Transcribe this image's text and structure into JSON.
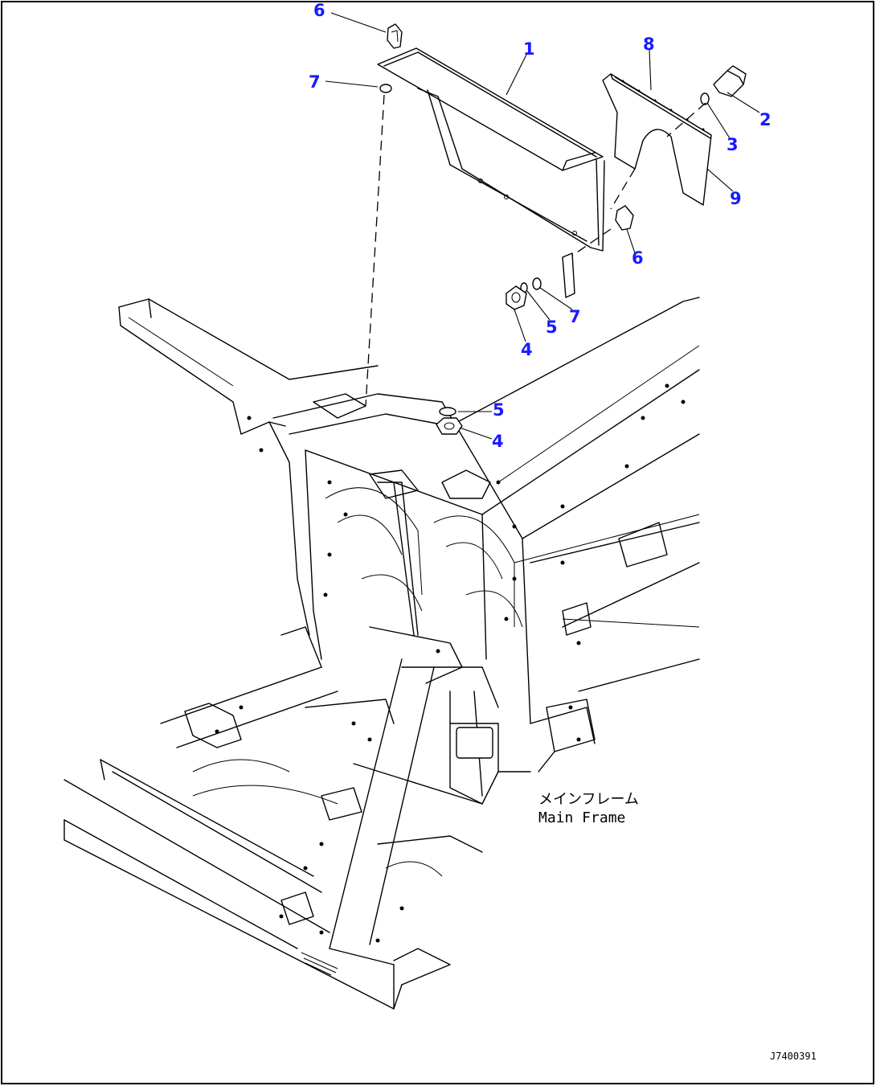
{
  "diagram": {
    "border_color": "#000000",
    "callout_color": "#1a1aff",
    "callouts": [
      {
        "id": "c1",
        "label": "1"
      },
      {
        "id": "c2",
        "label": "2"
      },
      {
        "id": "c3",
        "label": "3"
      },
      {
        "id": "c4a",
        "label": "4"
      },
      {
        "id": "c4b",
        "label": "4"
      },
      {
        "id": "c5a",
        "label": "5"
      },
      {
        "id": "c5b",
        "label": "5"
      },
      {
        "id": "c6a",
        "label": "6"
      },
      {
        "id": "c6b",
        "label": "6"
      },
      {
        "id": "c7a",
        "label": "7"
      },
      {
        "id": "c7b",
        "label": "7"
      },
      {
        "id": "c8",
        "label": "8"
      },
      {
        "id": "c9",
        "label": "9"
      }
    ],
    "frame_label_jp": "メインフレーム",
    "frame_label_en": "Main Frame",
    "reference_code": "J7400391"
  }
}
